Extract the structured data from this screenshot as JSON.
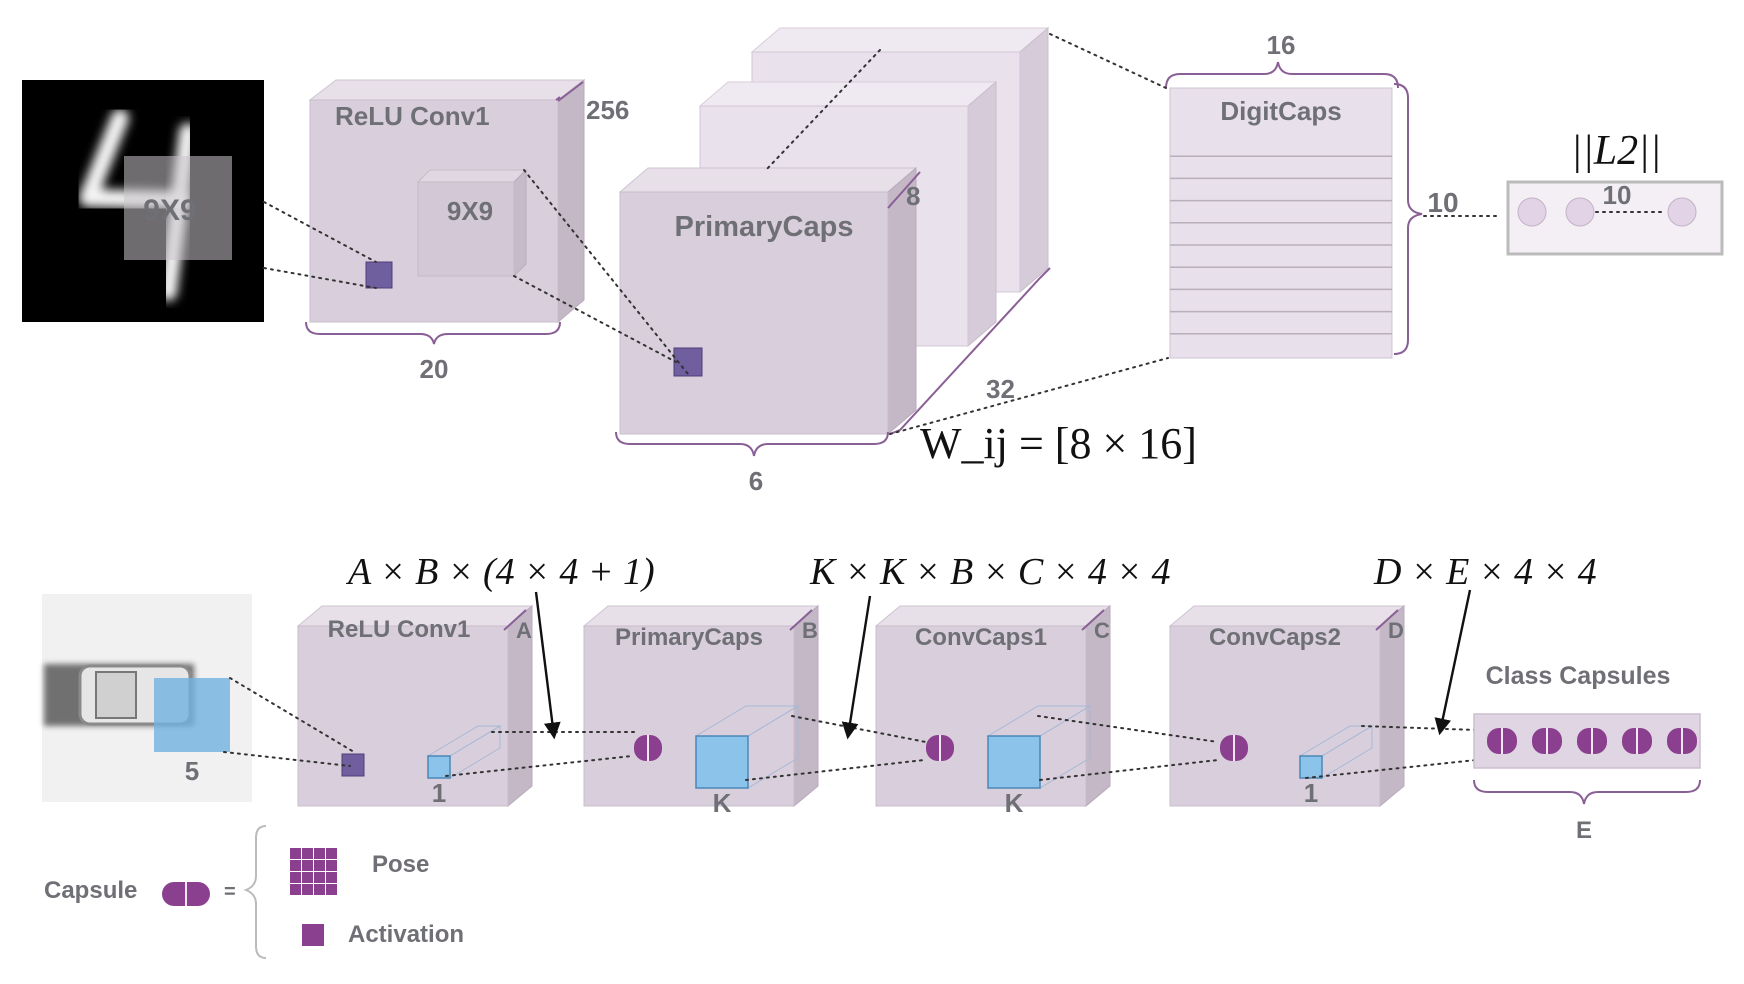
{
  "top_network": {
    "input_kernel_label": "9X9",
    "conv1": {
      "title": "ReLU Conv1",
      "kernel_label": "9X9",
      "depth": "256",
      "width": "20"
    },
    "primary_caps": {
      "title": "PrimaryCaps",
      "depth": "8",
      "count": "32",
      "width": "6"
    },
    "digit_caps": {
      "title": "DigitCaps",
      "width": "16",
      "height": "10"
    },
    "output": {
      "norm_label": "||L2||",
      "count": "10"
    },
    "weight_formula": "W_ij = [8 × 16]"
  },
  "bottom_network": {
    "input_kernel": "5",
    "formula_a": "A × B × (4 × 4 + 1)",
    "formula_b": "K × K × B × C × 4 × 4",
    "formula_c": "D × E × 4 × 4",
    "layers": [
      {
        "title": "ReLU Conv1",
        "depth": "A",
        "kernel": "1"
      },
      {
        "title": "PrimaryCaps",
        "depth": "B",
        "kernel": "K"
      },
      {
        "title": "ConvCaps1",
        "depth": "C",
        "kernel": "K"
      },
      {
        "title": "ConvCaps2",
        "depth": "D",
        "kernel": "1"
      }
    ],
    "class_capsules": {
      "title": "Class Capsules",
      "count": "E"
    }
  },
  "legend": {
    "capsule_label": "Capsule",
    "equals": "=",
    "pose_label": "Pose",
    "activation_label": "Activation"
  },
  "colors": {
    "box": "#d9cfdc",
    "brace": "#8a5f96",
    "activation": "#6f5f9f",
    "capsule": "#8b3f8f",
    "kernel_blue": "#8cc3ea"
  }
}
